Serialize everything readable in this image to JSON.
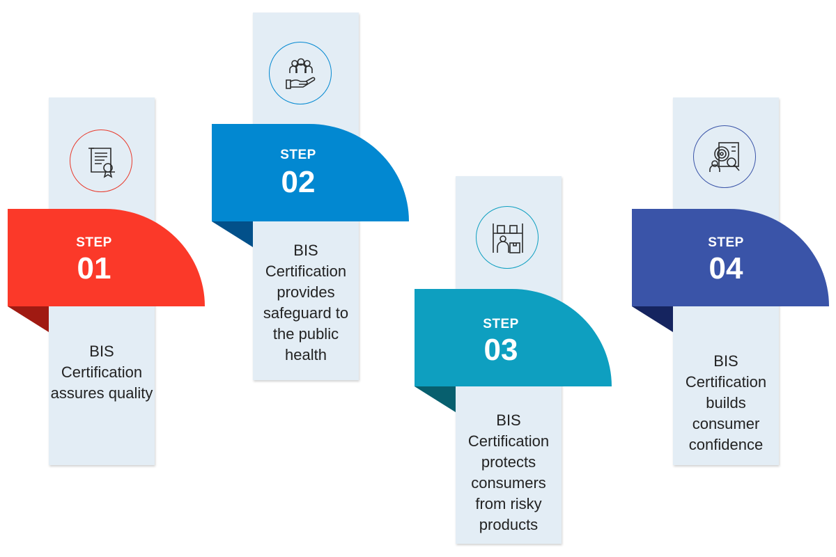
{
  "steps": [
    {
      "step_label": "STEP",
      "number": "01",
      "text": "BIS Certification assures quality",
      "icon": "certificate-icon",
      "color": "#fb3929",
      "fold": "#a01a12",
      "ring": "#e8392b"
    },
    {
      "step_label": "STEP",
      "number": "02",
      "text": "BIS Certification provides safeguard to the public health",
      "icon": "people-on-hand-icon",
      "color": "#0288d1",
      "fold": "#02508a",
      "ring": "#0288d1"
    },
    {
      "step_label": "STEP",
      "number": "03",
      "text": "BIS Certification protects consumers from risky products",
      "icon": "warehouse-worker-icon",
      "color": "#0e9fc0",
      "fold": "#075f6e",
      "ring": "#0e9fc0"
    },
    {
      "step_label": "STEP",
      "number": "04",
      "text": "BIS Certification builds consumer confidence",
      "icon": "market-research-icon",
      "color": "#3a54a8",
      "fold": "#15245f",
      "ring": "#3a54a8"
    }
  ]
}
